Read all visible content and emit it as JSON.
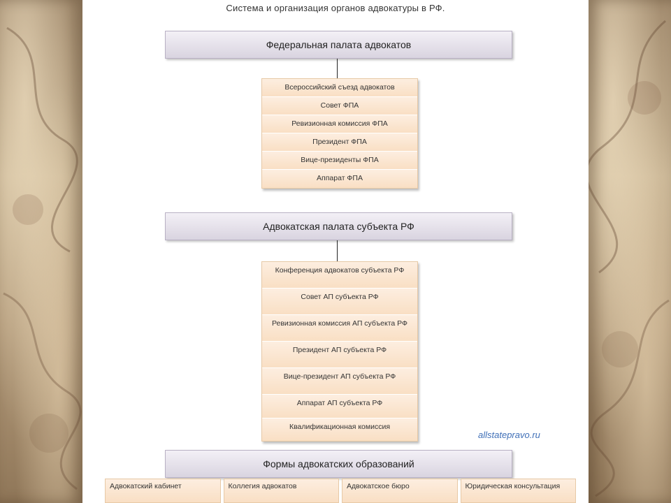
{
  "title": "Система и организация органов адвокатуры в РФ.",
  "federal": {
    "header": "Федеральная палата адвокатов",
    "items": [
      "Всероссийский съезд адвокатов",
      "Совет ФПА",
      "Ревизионная комиссия ФПА",
      "Президент ФПА",
      "Вице-президенты ФПА",
      "Аппарат ФПА"
    ]
  },
  "regional": {
    "header": "Адвокатская палата субъекта РФ",
    "items": [
      "Конференция адвокатов субъекта РФ",
      "Совет АП субъекта РФ",
      "Ревизионная комиссия АП субъекта РФ",
      "Президент АП субъекта РФ",
      "Вице-президент АП субъекта РФ",
      "Аппарат АП субъекта РФ",
      "Квалификационная комиссия"
    ]
  },
  "forms": {
    "header": "Формы адвокатских образований",
    "items": [
      "Адвокатский кабинет",
      "Коллегия адвокатов",
      "Адвокатское бюро",
      "Юридическая консультация"
    ]
  },
  "watermark": "allstatepravo.ru",
  "colors": {
    "header_fill": "#dcd6e3",
    "cell_fill": "#fbe6cf",
    "watermark": "#3f6fb7",
    "side_panel": "#b49c7c"
  }
}
